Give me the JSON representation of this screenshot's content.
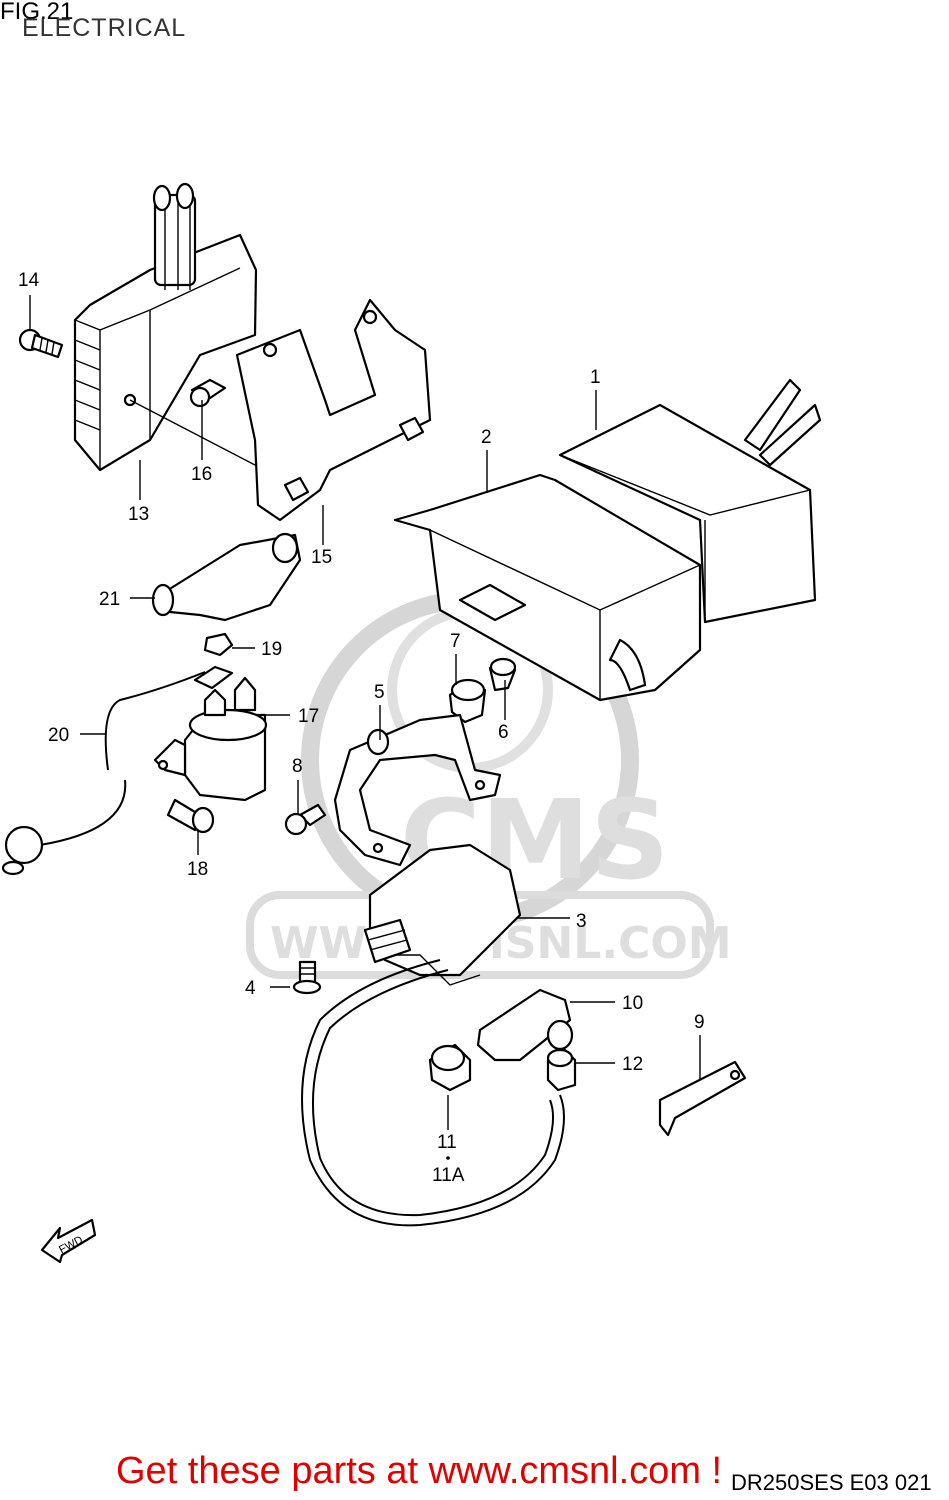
{
  "header": {
    "fig_label": "FIG.21",
    "title": "ELECTRICAL"
  },
  "watermark": {
    "brand": "CMS",
    "url": "WWW.CMSNL.COM"
  },
  "direction_arrow": "FWD",
  "callouts": [
    "1",
    "2",
    "3",
    "4",
    "5",
    "6",
    "7",
    "8",
    "9",
    "10",
    "11",
    "11A",
    "12",
    "13",
    "14",
    "15",
    "16",
    "17",
    "18",
    "19",
    "20",
    "21"
  ],
  "footer": {
    "banner": "Get these parts at www.cmsnl.com !",
    "diagram_code": "DR250SES E03  021"
  },
  "colors": {
    "banner": "#e00000",
    "lines": "#000000",
    "watermark": "#d6d6d6"
  }
}
